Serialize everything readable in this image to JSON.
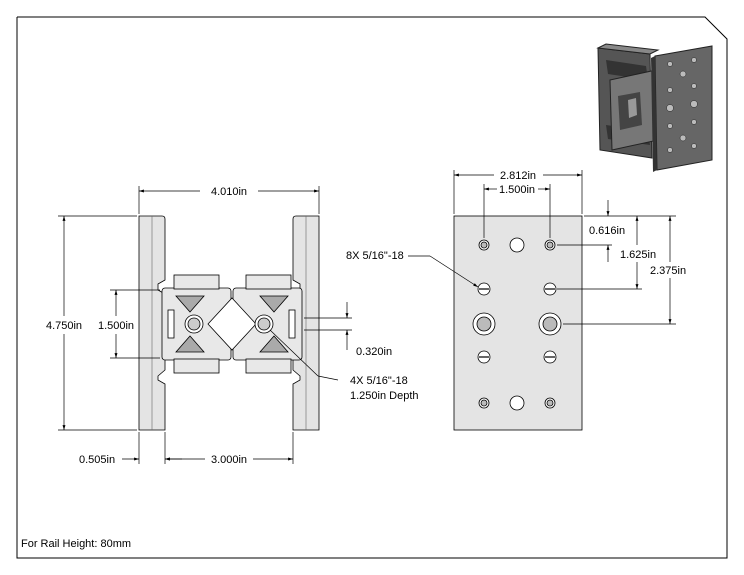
{
  "drawing": {
    "footer_note": "For Rail Height: 80mm",
    "front_view": {
      "overall_width": "4.010in",
      "overall_height": "4.750in",
      "inner_height": "1.500in",
      "rail_offset": "0.505in",
      "rail_spacing": "3.000in",
      "tap_offset": "0.320in",
      "tap_callout_line1": "4X 5/16\"-18",
      "tap_callout_line2": "1.250in Depth"
    },
    "side_view": {
      "overall_width": "2.812in",
      "hole_spacing": "1.500in",
      "dim_top": "0.616in",
      "dim_mid": "1.625in",
      "dim_center": "2.375in",
      "hole_callout": "8X 5/16\"-18"
    },
    "colors": {
      "line": "#000000",
      "part_fill": "#dddddd",
      "iso_dark": "#444444"
    }
  }
}
